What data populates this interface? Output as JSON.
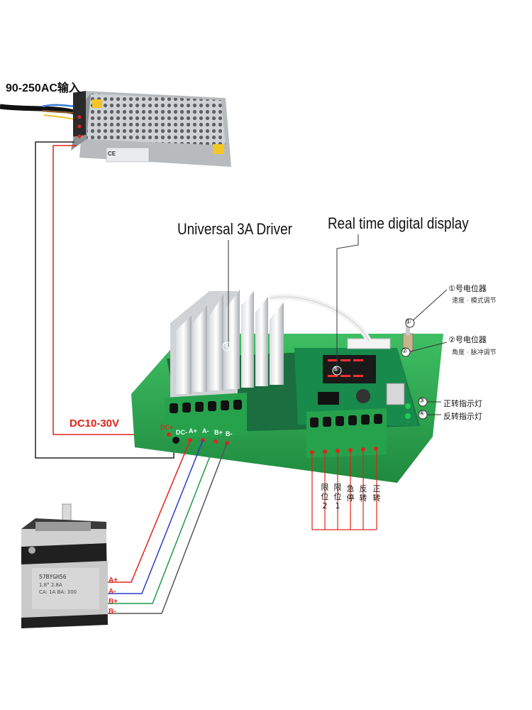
{
  "labels": {
    "power_input": "90-250AC输入",
    "driver_title": "Universal 3A Driver",
    "display_title": "Real time digital display",
    "dc_supply": "DC10-30V",
    "pot1_title": "①号电位器",
    "pot1_sub": "速度 · 模式调节",
    "pot2_title": "②号电位器",
    "pot2_sub": "角度 · 脉冲调节",
    "forward_led": "正转指示灯",
    "reverse_led": "反转指示灯",
    "callout_numbers": [
      "①",
      "②",
      "③",
      "④",
      "⑤",
      "⑥"
    ]
  },
  "terminals_left": [
    "DC+",
    "DC-",
    "A+",
    "A-",
    "B+",
    "B-"
  ],
  "terminals_right": [
    "限位2",
    "限位1",
    "急停",
    "反转",
    "正转"
  ],
  "motor_wires": [
    {
      "label": "A+",
      "color": "#e0241b"
    },
    {
      "label": "A-",
      "color": "#2a3cc8"
    },
    {
      "label": "B+",
      "color": "#1f9a4a"
    },
    {
      "label": "B-",
      "color": "#555555"
    }
  ],
  "motor": {
    "model": "57BYGH56",
    "spec1": "1.8°   2.8A",
    "spec2": "CA: 1A  ΒΑ: 300"
  },
  "psu_marks": [
    "CE"
  ]
}
